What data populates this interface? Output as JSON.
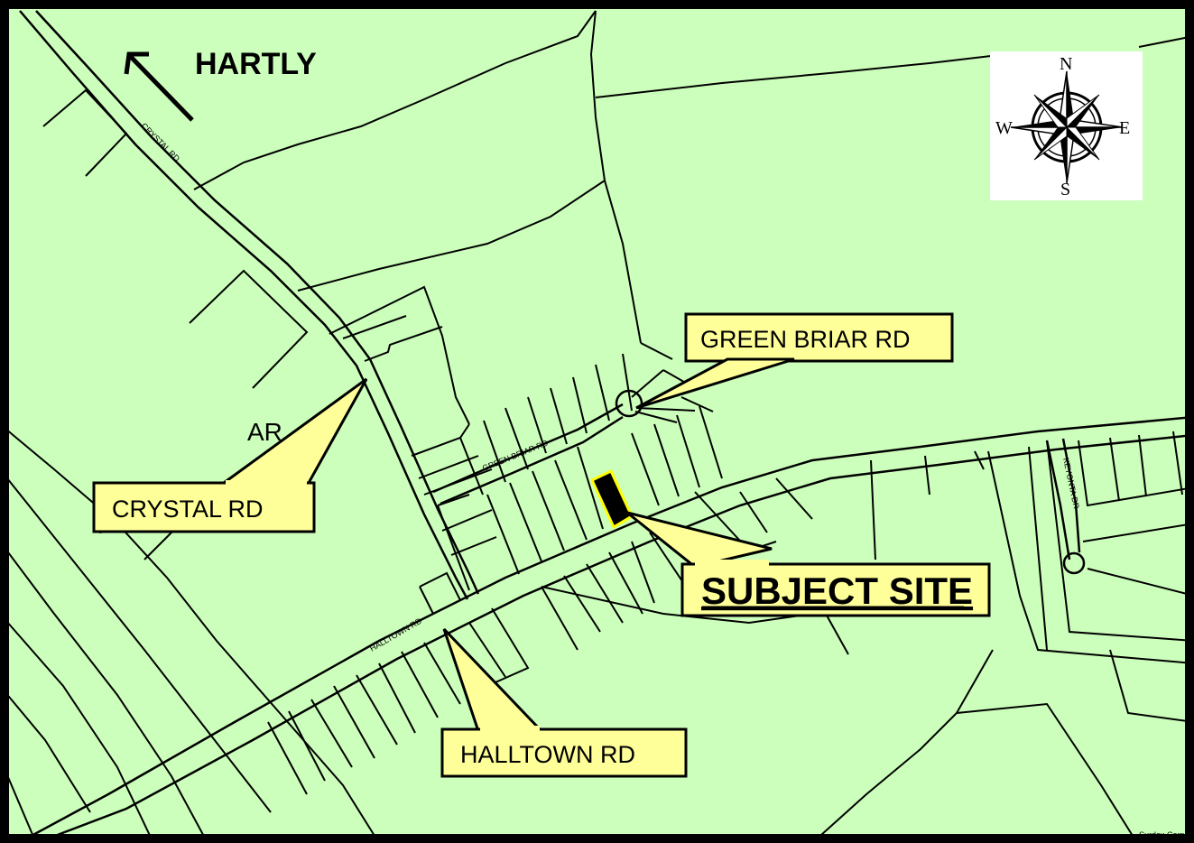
{
  "map": {
    "background_color": "#ccffbb",
    "callout_fill": "#ffff99",
    "subject_highlight": "#ffff00",
    "line_color": "#000000"
  },
  "direction": {
    "label": "HARTLY"
  },
  "zone_label": "AR",
  "road_labels": {
    "crystal": "CRYSTAL RD",
    "green_briar": "GREEN BRIAR RD",
    "halltown": "HALLTOWN RD",
    "keyonta": "KEYONTA DR"
  },
  "callouts": {
    "green_briar": "GREEN BRIAR RD",
    "crystal": "CRYSTAL RD",
    "subject": "SUBJECT SITE",
    "halltown": "HALLTOWN RD"
  },
  "compass": {
    "n": "N",
    "s": "S",
    "e": "E",
    "w": "W"
  },
  "credit": "Surdex Corp"
}
